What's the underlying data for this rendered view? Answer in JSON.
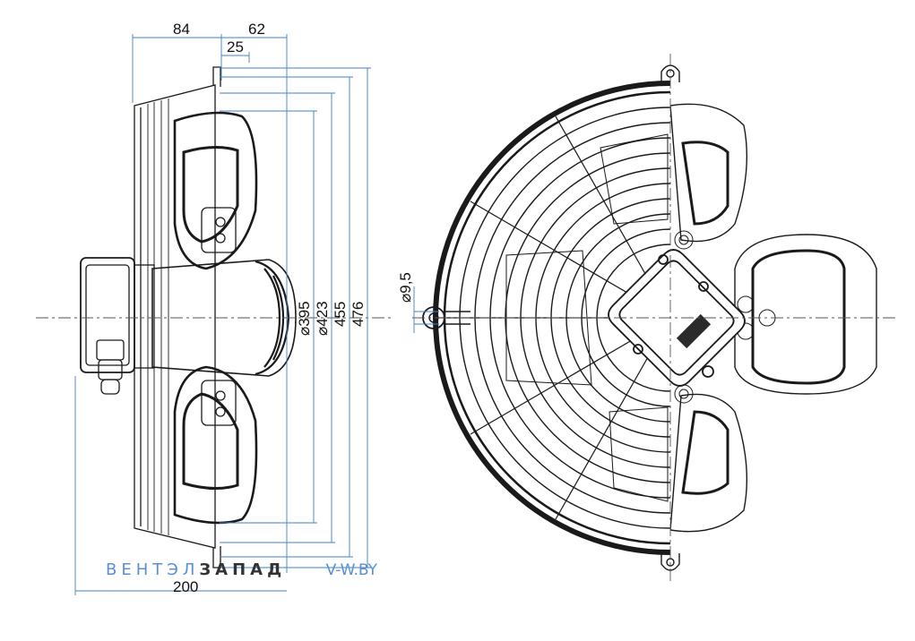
{
  "dimensions": {
    "top_left": "84",
    "top_right": "62",
    "top_inner": "25",
    "bottom": "200",
    "d1": "⌀395",
    "d2": "⌀423",
    "d3": "455",
    "d4": "476",
    "hole": "⌀9,5"
  },
  "watermark": {
    "part1": "ВЕНТЭЛ",
    "part2": "ЗАПАД",
    "part3": "V-W.BY"
  },
  "colors": {
    "line": "#1a1a1a",
    "fill_dark": "#2b2b2b",
    "watermark_blue": "#5b8fd6",
    "watermark_dark": "#333333"
  }
}
